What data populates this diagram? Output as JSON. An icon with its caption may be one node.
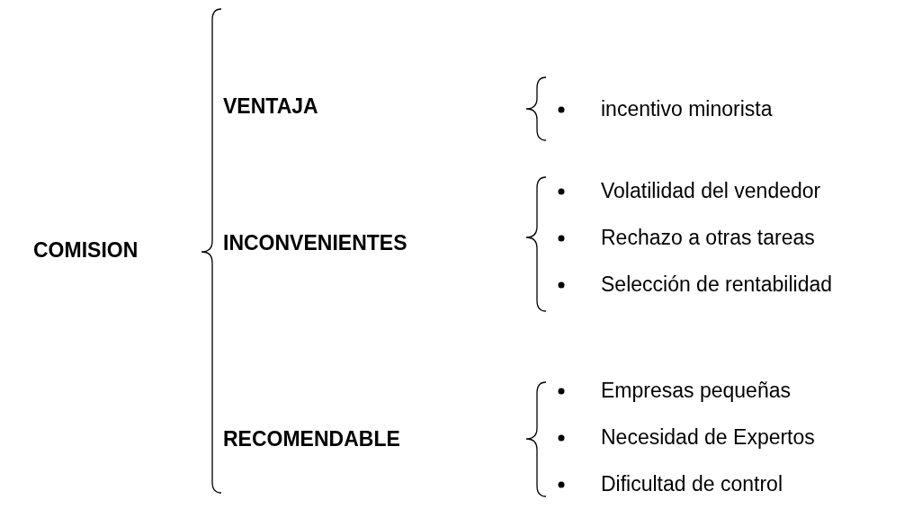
{
  "diagram": {
    "labels": [
      "COMISION",
      "VENTAJA",
      "incentivo minorista",
      "INCONVENIENTES",
      "Volatilidad del vendedor",
      "Rechazo a otras tareas",
      "Selección de rentabilidad",
      "RECOMENDABLE",
      "Empresas pequeñas",
      "Necesidad de Expertos",
      "Dificultad de control"
    ]
  }
}
